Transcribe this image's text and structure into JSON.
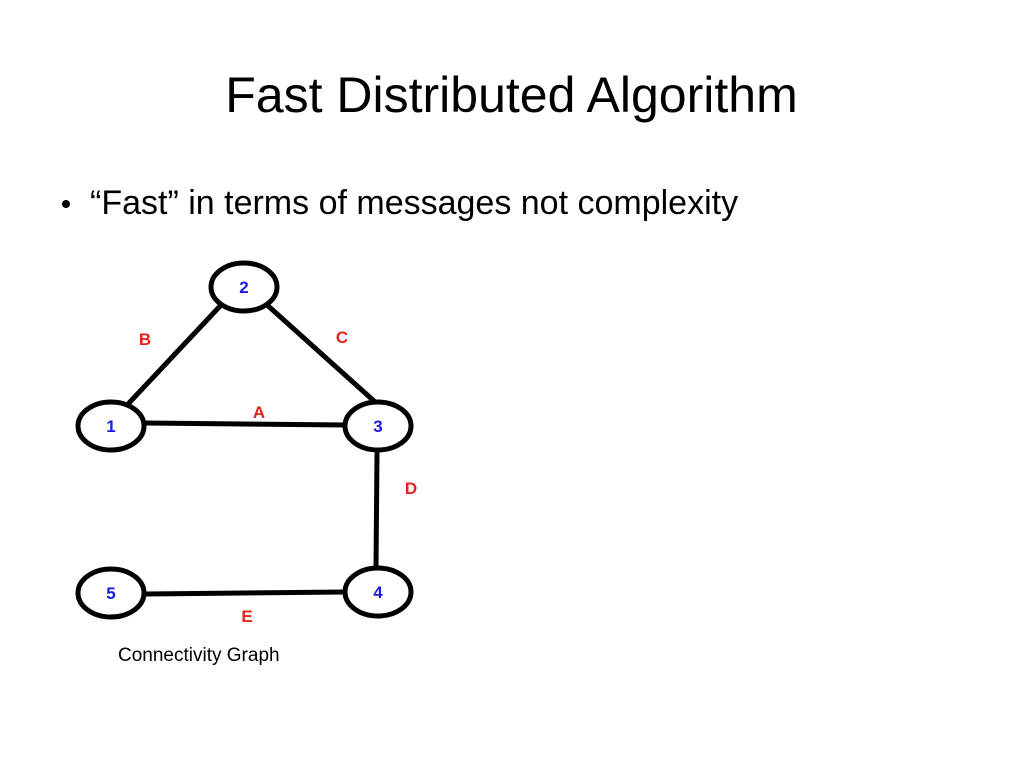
{
  "slide": {
    "title": "Fast Distributed Algorithm",
    "bullets": [
      {
        "text": "“Fast” in terms of messages not complexity"
      }
    ]
  },
  "graph": {
    "caption": "Connectivity Graph",
    "node_color": "#1a1adf",
    "edge_label_color": "#e3241c",
    "nodes": [
      {
        "id": "1",
        "label": "1"
      },
      {
        "id": "2",
        "label": "2"
      },
      {
        "id": "3",
        "label": "3"
      },
      {
        "id": "4",
        "label": "4"
      },
      {
        "id": "5",
        "label": "5"
      }
    ],
    "edges": [
      {
        "label": "A",
        "from": "1",
        "to": "3"
      },
      {
        "label": "B",
        "from": "1",
        "to": "2"
      },
      {
        "label": "C",
        "from": "2",
        "to": "3"
      },
      {
        "label": "D",
        "from": "3",
        "to": "4"
      },
      {
        "label": "E",
        "from": "5",
        "to": "4"
      }
    ]
  }
}
